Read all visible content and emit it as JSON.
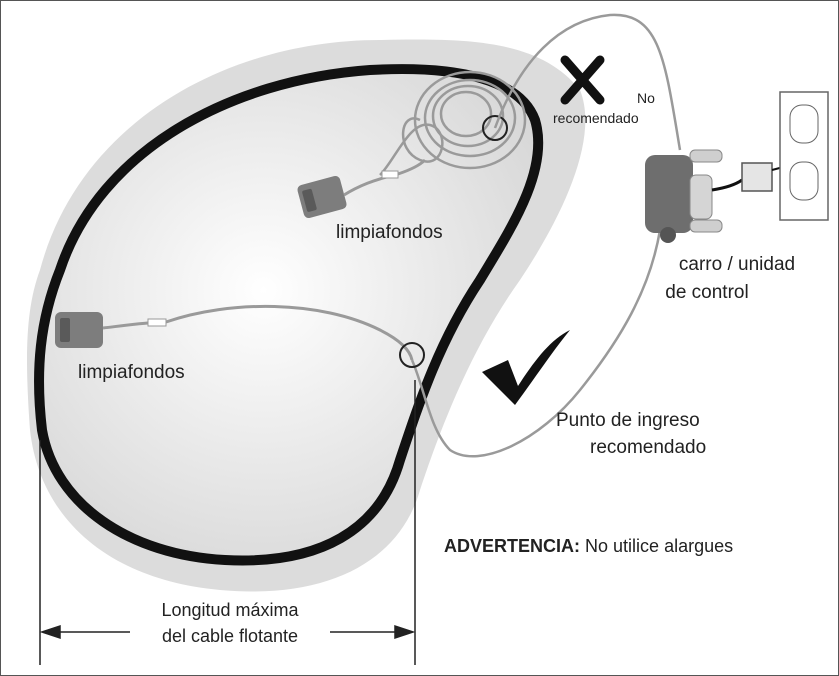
{
  "labels": {
    "cleaner_top": "limpiafondos",
    "cleaner_left": "limpiafondos",
    "not_recommended_line1": "No",
    "not_recommended_line2": "recomendado",
    "cart_line1": "carro / unidad",
    "cart_line2": "de control",
    "entry_line1": "Punto de ingreso",
    "entry_line2": "recomendado",
    "warning_title": "ADVERTENCIA:",
    "warning_text": "No utilice alargues",
    "length_line1": "Longitud máxima",
    "length_line2": "del cable flotante"
  },
  "colors": {
    "pool_outline": "#111111",
    "pool_fill": "#f2f2f2",
    "shadow": "#d9d9d9",
    "cable": "#8a8a8a",
    "cleaner": "#7d7d7d",
    "cart": "#6e6e6e",
    "mark": "#111111"
  },
  "icons": {
    "wrong": "x-mark-icon",
    "right": "check-mark-icon",
    "outlet": "wall-outlet-icon",
    "plug": "power-plug-icon"
  }
}
